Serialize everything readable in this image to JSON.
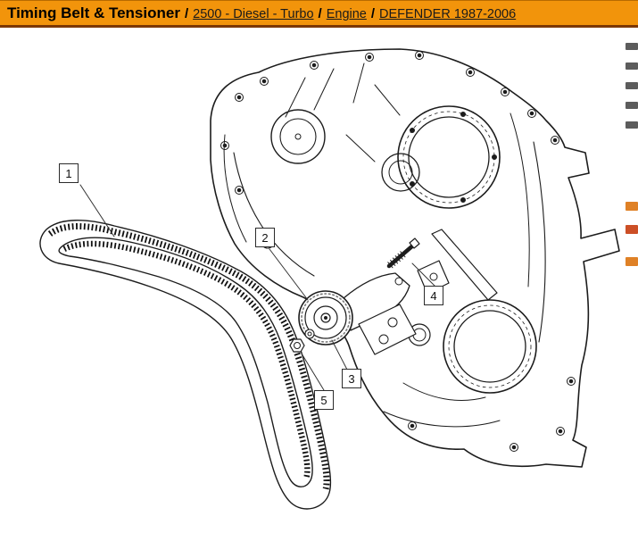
{
  "header": {
    "title": "Timing Belt & Tensioner",
    "separator": "/",
    "breadcrumbs": [
      "2500 - Diesel - Turbo",
      "Engine",
      "DEFENDER 1987-2006"
    ],
    "colors": {
      "bar_background": "#F2940B",
      "bar_border": "#7B3702",
      "title_text": "#000000",
      "link_text": "#1A1A1A"
    }
  },
  "diagram": {
    "description": "Line drawing: timing belt and tensioner mounted on engine front timing cover",
    "callouts": [
      {
        "number": "1"
      },
      {
        "number": "2"
      },
      {
        "number": "3"
      },
      {
        "number": "4"
      },
      {
        "number": "5"
      }
    ]
  }
}
